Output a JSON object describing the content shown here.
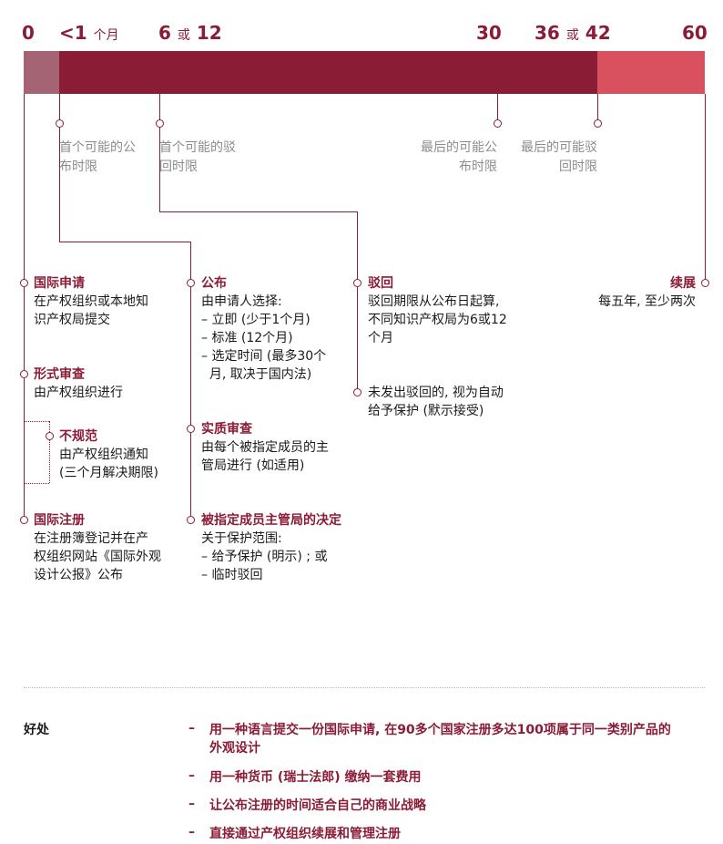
{
  "timeline": {
    "ticks": [
      {
        "label": "0",
        "suffix": ""
      },
      {
        "label": "<1",
        "suffix": "个月"
      },
      {
        "label": "6",
        "mid": "或",
        "label2": "12"
      },
      {
        "label": "30",
        "suffix": ""
      },
      {
        "label": "36",
        "mid": "或",
        "label2": "42"
      },
      {
        "label": "60",
        "suffix": ""
      }
    ],
    "colors": {
      "primary": "#8a1c36",
      "initial": "#a56473",
      "renewal": "#d9505f"
    }
  },
  "limits": {
    "first_pub": [
      "首个可能的公",
      "布时限"
    ],
    "first_ref": [
      "首个可能的驳",
      "回时限"
    ],
    "last_pub": [
      "最后的可能公",
      "布时限"
    ],
    "last_ref": [
      "最后的可能驳",
      "回时限"
    ]
  },
  "col1": {
    "intl_app": {
      "title": "国际申请",
      "lines": [
        "在产权组织或本地知",
        "识产权局提交"
      ]
    },
    "formal": {
      "title": "形式审查",
      "lines": [
        "由产权组织进行"
      ]
    },
    "irregular": {
      "title": "不规范",
      "lines": [
        "由产权组织通知",
        "(三个月解决期限)"
      ]
    },
    "intl_reg": {
      "title": "国际注册",
      "lines": [
        "在注册簿登记并在产",
        "权组织网站《国际外观",
        "设计公报》公布"
      ]
    }
  },
  "col2": {
    "publication": {
      "title": "公布",
      "lines": [
        "由申请人选择:",
        "– 立即 (少于1个月)",
        "– 标准 (12个月)",
        "– 选定时间 (最多30个",
        "  月, 取决于国内法)"
      ]
    },
    "substantive": {
      "title": "实质审查",
      "lines": [
        "由每个被指定成员的主",
        "管局进行 (如适用)"
      ]
    },
    "decision": {
      "title": "被指定成员主管局的决定",
      "lines": [
        "关于保护范围:",
        "– 给予保护 (明示) ; 或",
        "– 临时驳回"
      ]
    }
  },
  "col3": {
    "refusal": {
      "title": "驳回",
      "lines": [
        "驳回期限从公布日起算,",
        "不同知识产权局为6或12",
        "个月"
      ]
    },
    "no_refusal": {
      "lines": [
        "未发出驳回的, 视为自动",
        "给予保护 (默示接受)"
      ]
    }
  },
  "col4": {
    "renewal": {
      "title": "续展",
      "lines": [
        "每五年, 至少两次"
      ]
    }
  },
  "benefits": {
    "heading": "好处",
    "items": [
      [
        "用一种语言提交一份国际申请, 在90多个国家注册多达100项属于同一类别产品的",
        "外观设计"
      ],
      [
        "用一种货币 (瑞士法郎) 缴纳一套费用"
      ],
      [
        "让公布注册的时间适合自己的商业战略"
      ],
      [
        "直接通过产权组织续展和管理注册"
      ]
    ]
  }
}
